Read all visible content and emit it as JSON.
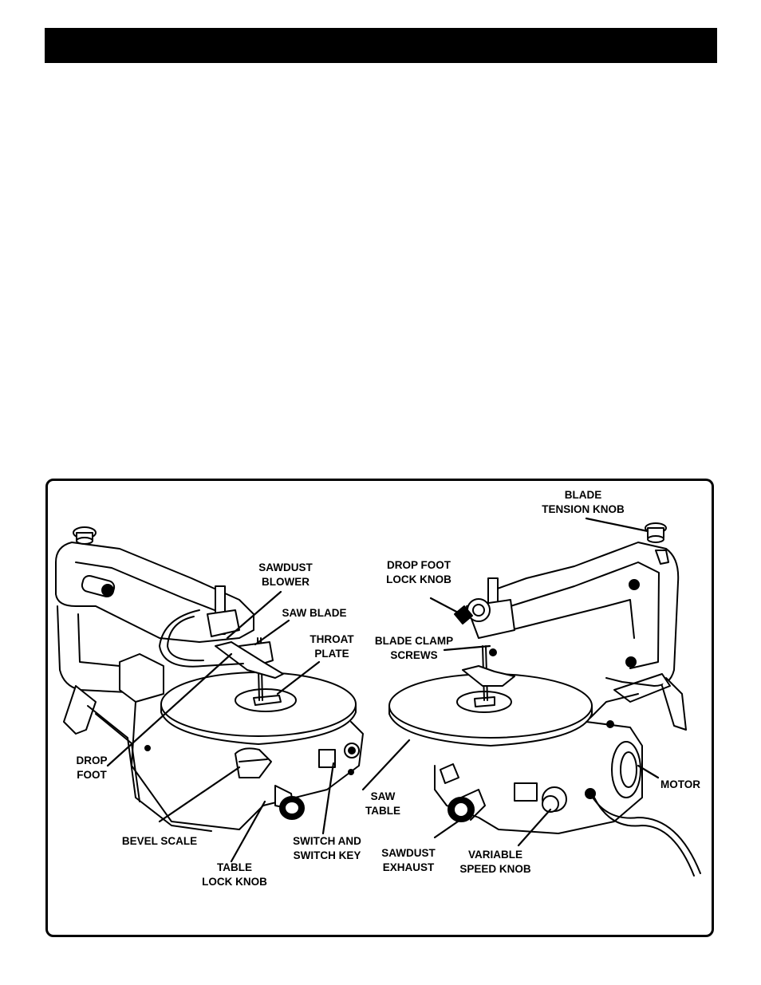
{
  "labels": {
    "blade_tension_knob": [
      "BLADE",
      "TENSION KNOB"
    ],
    "drop_foot_lock_knob": [
      "DROP FOOT",
      "LOCK KNOB"
    ],
    "sawdust_blower": [
      "SAWDUST",
      "BLOWER"
    ],
    "saw_blade": [
      "SAW BLADE"
    ],
    "throat_plate": [
      "THROAT",
      "PLATE"
    ],
    "blade_clamp_screws": [
      "BLADE CLAMP",
      "SCREWS"
    ],
    "drop_foot": [
      "DROP",
      "FOOT"
    ],
    "bevel_scale": [
      "BEVEL SCALE"
    ],
    "table_lock_knob": [
      "TABLE",
      "LOCK KNOB"
    ],
    "switch_and_switch_key": [
      "SWITCH AND",
      "SWITCH KEY"
    ],
    "saw_table": [
      "SAW",
      "TABLE"
    ],
    "sawdust_exhaust": [
      "SAWDUST",
      "EXHAUST"
    ],
    "variable_speed_knob": [
      "VARIABLE",
      "SPEED KNOB"
    ],
    "motor": [
      "MOTOR"
    ]
  }
}
